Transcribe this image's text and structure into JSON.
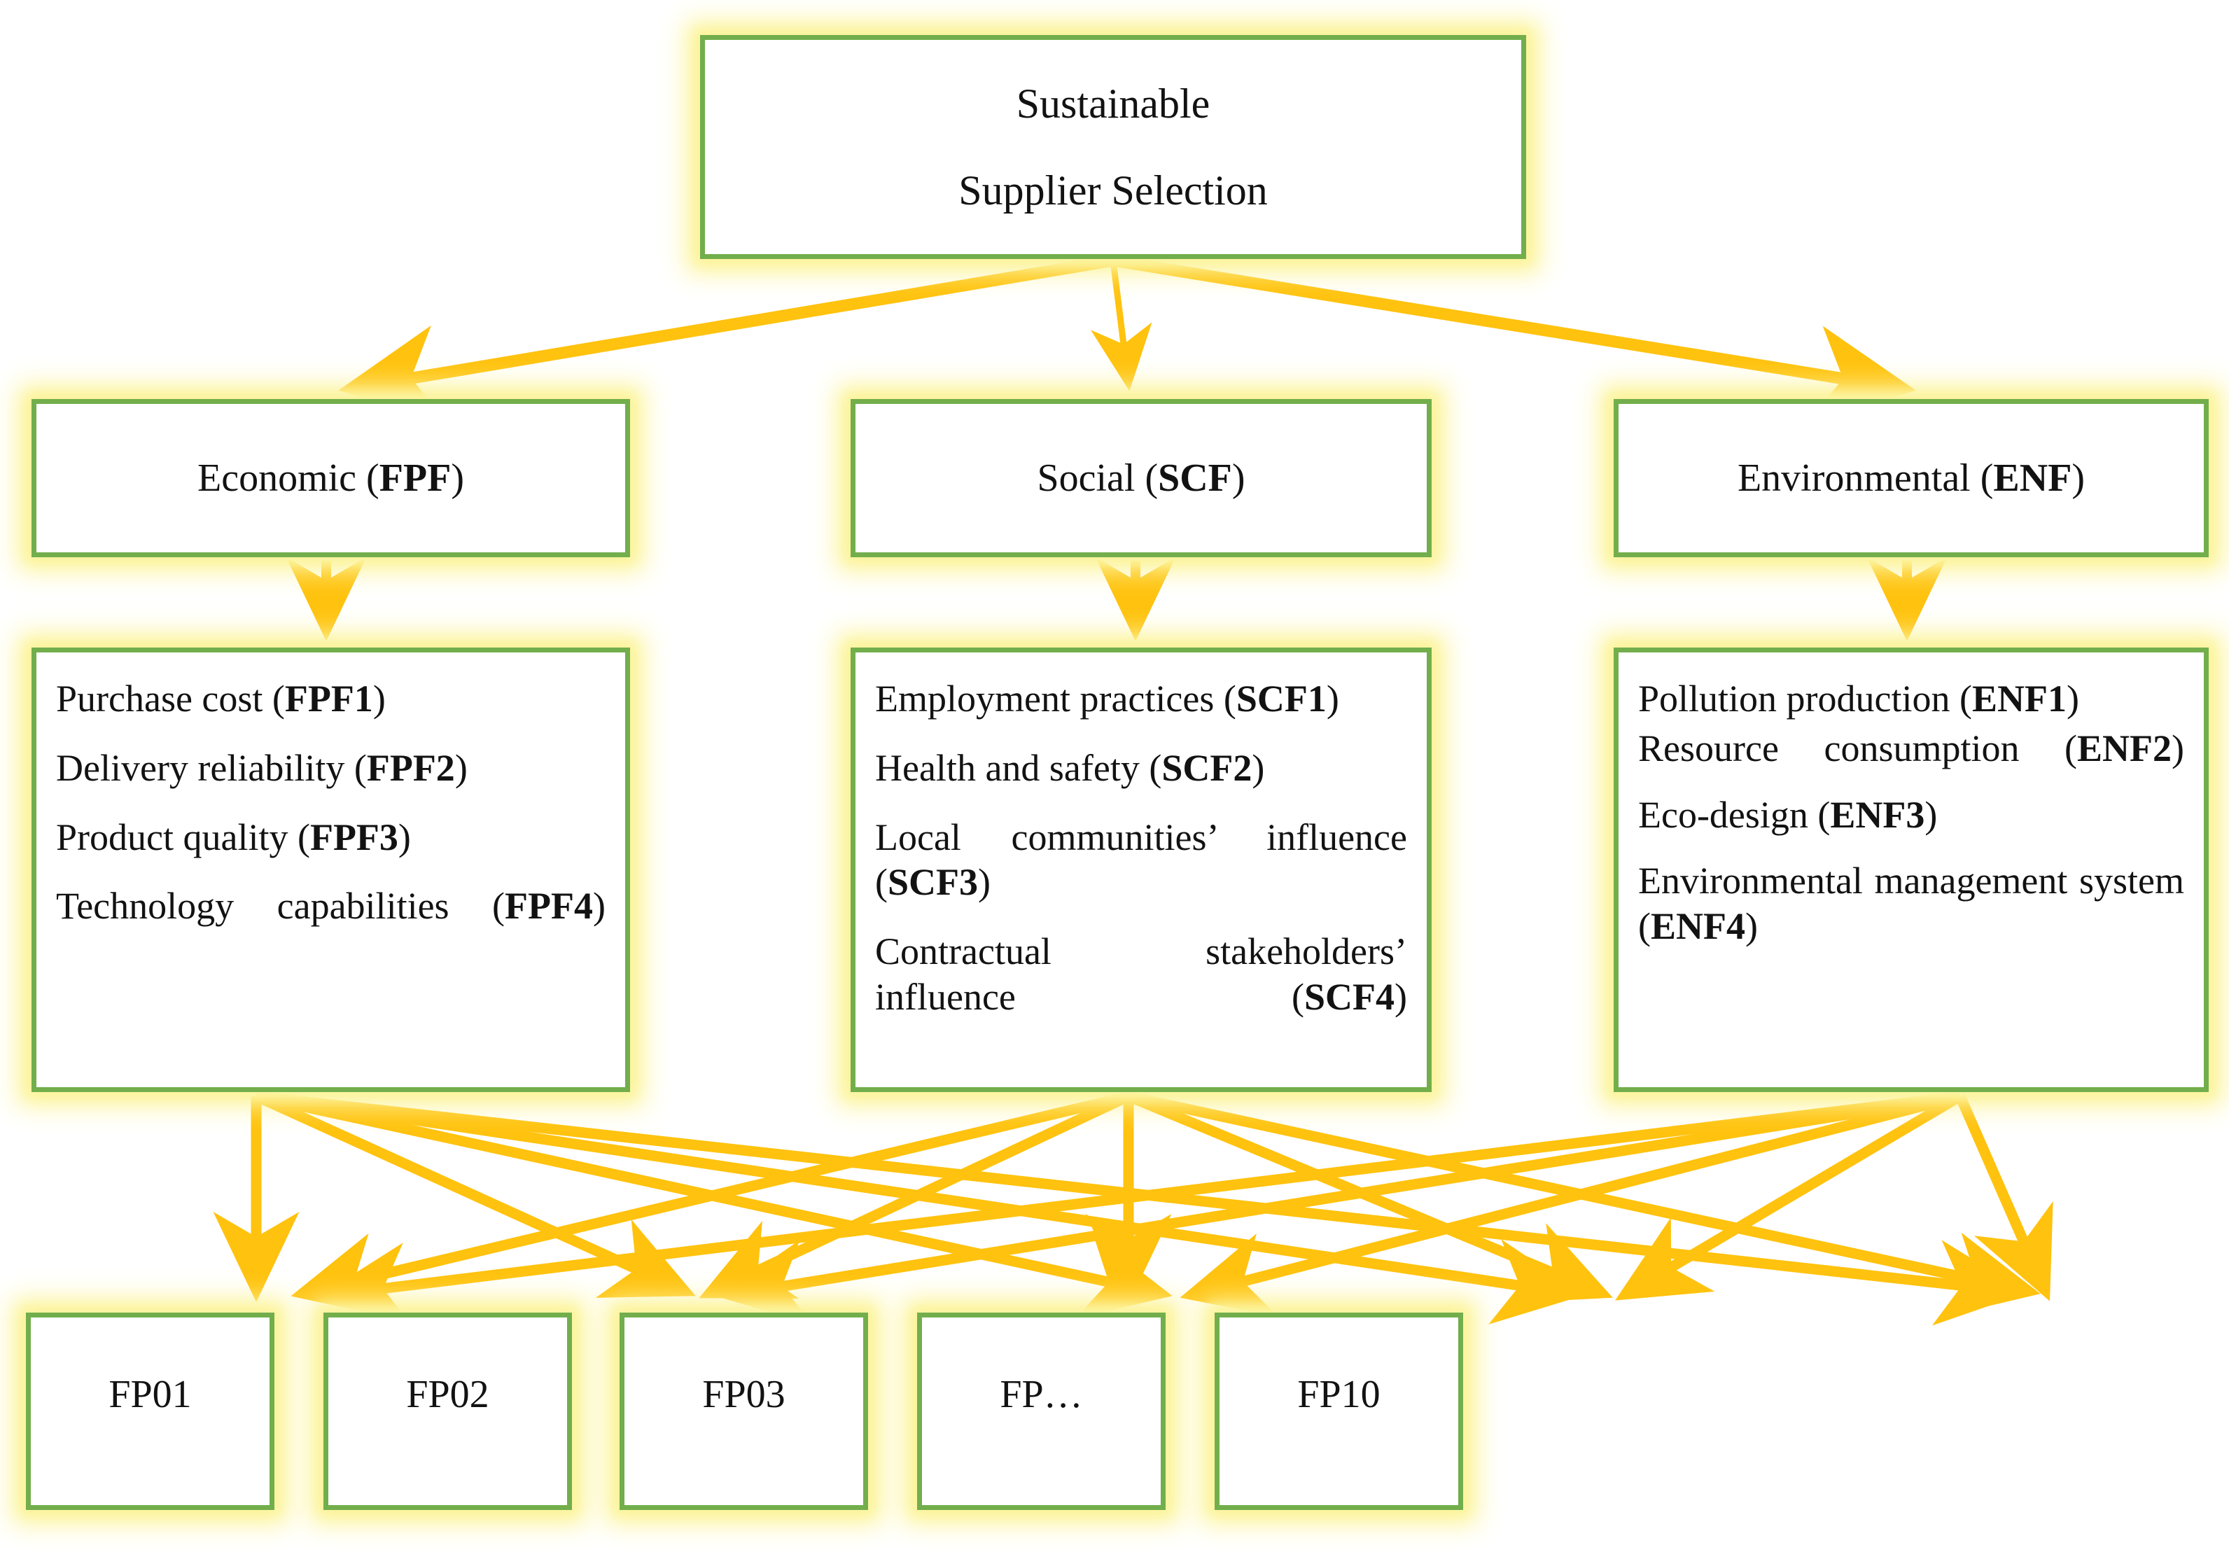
{
  "diagram": {
    "title_lines": [
      "Sustainable",
      "Supplier Selection"
    ],
    "colors": {
      "box_border": "#72ae4c",
      "box_fill": "#ffffff",
      "glow": "#fcf49c",
      "arrow": "#ffc20e",
      "text": "#121212"
    }
  },
  "goal": {
    "line1": "Sustainable",
    "line2": "Supplier Selection"
  },
  "criteria": [
    {
      "label": "Economic (FPF)",
      "name": "Economic",
      "code": "FPF"
    },
    {
      "label": "Social (SCF)",
      "name": "Social",
      "code": "SCF"
    },
    {
      "label": "Environmental (ENF)",
      "name": "Environmental",
      "code": "ENF"
    }
  ],
  "subcriteria": {
    "FPF": [
      "Purchase cost (FPF1)",
      "Delivery reliability (FPF2)",
      "Product quality (FPF3)",
      "Technology capabilities (FPF4)"
    ],
    "SCF": [
      "Employment practices (SCF1)",
      "Health and safety (SCF2)",
      "Local communities’ influence (SCF3)",
      "Contractual stakeholders’ influence (SCF4)"
    ],
    "ENF": [
      "Pollution production (ENF1)",
      "Resource consumption (ENF2)",
      "Eco-design (ENF3)",
      "Environmental management system (ENF4)"
    ]
  },
  "subcriteria_parts": {
    "FPF": [
      {
        "text": "Purchase cost (",
        "code": "FPF1",
        "tail": ")"
      },
      {
        "text": "Delivery reliability (",
        "code": "FPF2",
        "tail": ")"
      },
      {
        "text": "Product quality (",
        "code": "FPF3",
        "tail": ")"
      },
      {
        "text": "Technology capabilities (",
        "code": "FPF4",
        "tail": ")"
      }
    ],
    "SCF": [
      {
        "text": "Employment practices (",
        "code": "SCF1",
        "tail": ")"
      },
      {
        "text": "Health and safety (",
        "code": "SCF2",
        "tail": ")"
      },
      {
        "text": "Local communities’ influence (",
        "code": "SCF3",
        "tail": ")"
      },
      {
        "text": "Contractual stakeholders’ influence (",
        "code": "SCF4",
        "tail": ")"
      }
    ],
    "ENF": [
      {
        "text": "Pollution production (",
        "code": "ENF1",
        "tail": ")"
      },
      {
        "text": "Resource consumption (",
        "code": "ENF2",
        "tail": ")"
      },
      {
        "text": "Eco-design (",
        "code": "ENF3",
        "tail": ")"
      },
      {
        "text": "Environmental management system (",
        "code": "ENF4",
        "tail": ")"
      }
    ]
  },
  "alternatives": [
    {
      "label": "FP01"
    },
    {
      "label": "FP02"
    },
    {
      "label": "FP03"
    },
    {
      "label": "FP…"
    },
    {
      "label": "FP10"
    }
  ]
}
